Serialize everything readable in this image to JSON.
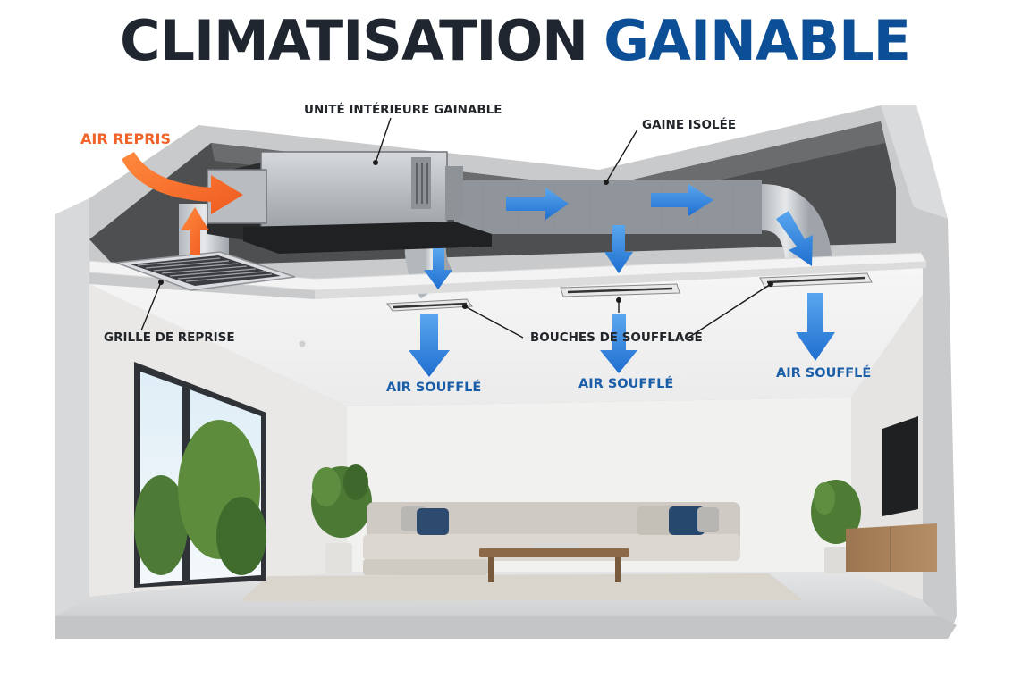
{
  "title": {
    "part1": "CLIMATISATION",
    "part2": "GAINABLE"
  },
  "labels": {
    "air_repris": "AIR REPRIS",
    "unite_interieure": "UNITÉ INTÉRIEURE GAINABLE",
    "gaine_isolee": "GAINE ISOLÉE",
    "grille_reprise": "GRILLE DE REPRISE",
    "bouches_soufflage": "BOUCHES DE SOUFFLAGE",
    "air_souffle_1": "AIR SOUFFLÉ",
    "air_souffle_2": "AIR SOUFFLÉ",
    "air_souffle_3": "AIR SOUFFLÉ"
  },
  "colors": {
    "title_dark": "#1f262f",
    "title_blue": "#0c4f96",
    "label_blue": "#1b5ea8",
    "intake_orange": "#f0642b",
    "airflow_blue": "#2f86e0"
  }
}
